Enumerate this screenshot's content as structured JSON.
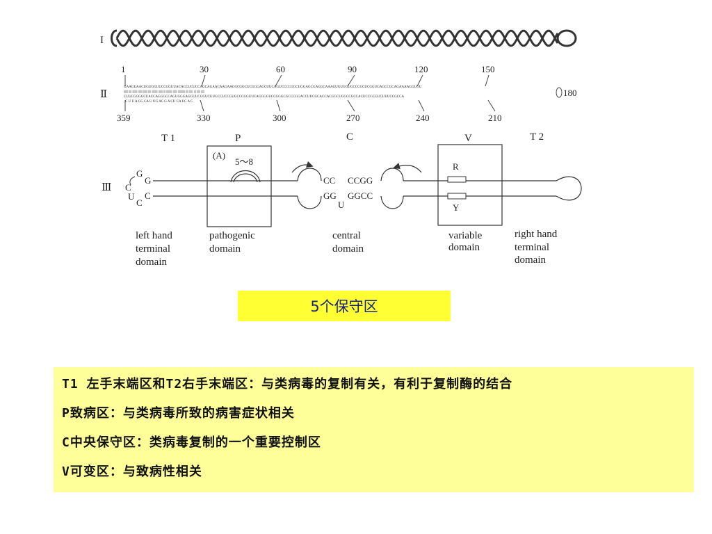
{
  "figure": {
    "rows": {
      "row1": "I",
      "row2": "Ⅱ",
      "row3": "Ⅲ"
    },
    "top_numbers": [
      "1",
      "30",
      "60",
      "90",
      "120",
      "150"
    ],
    "end_number": "180",
    "bottom_numbers": [
      "359",
      "330",
      "300",
      "270",
      "240",
      "210"
    ],
    "region_codes": {
      "t1": "T 1",
      "p": "P",
      "c": "C",
      "v": "V",
      "t2": "T 2"
    },
    "left_loop": {
      "g1": "G",
      "g2": "G",
      "c1": "C",
      "c2": "C",
      "u": "U",
      "c3": "C"
    },
    "p_box": {
      "a": "(A)",
      "range": "5～8"
    },
    "central": {
      "top_a": "CC",
      "top_b": "CCGG",
      "bottom_a": "GG",
      "bottom_b": "GGCC",
      "u": "U"
    },
    "variable": {
      "r": "R",
      "y": "Y"
    },
    "domains": {
      "left": [
        "left hand",
        "terminal",
        "domain"
      ],
      "pathogenic": [
        "pathogenic",
        "domain"
      ],
      "central": [
        "central",
        "domain"
      ],
      "variable": [
        "variable",
        "domain"
      ],
      "right": [
        "right hand",
        "terminal",
        "domain"
      ]
    }
  },
  "caption": "5个保守区",
  "notes": [
    "T1 左手末端区和T2右手末端区：与类病毒的复制有关，有利于复制酶的结合",
    "P致病区：与类病毒所致的病害症状相关",
    "C中央保守区：类病毒复制的一个重要控制区",
    "V可变区：与致病性相关"
  ]
}
